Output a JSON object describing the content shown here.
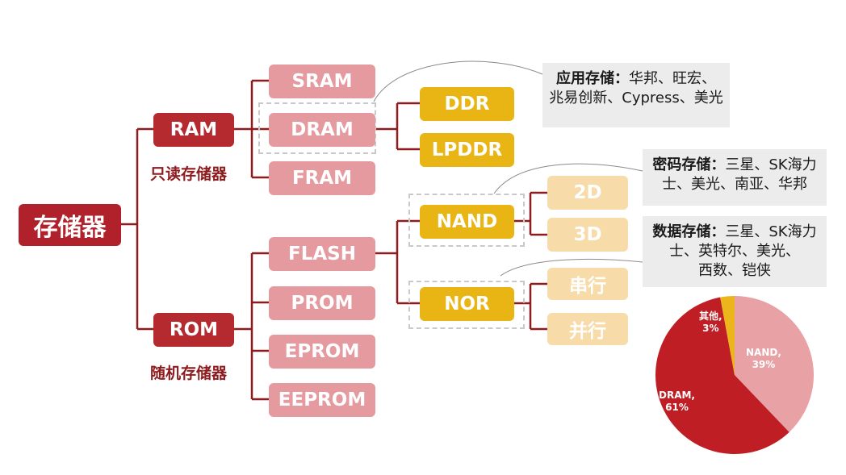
{
  "root": "存储器",
  "ram": {
    "label": "RAM",
    "caption": "只读存储器",
    "children": [
      "SRAM",
      "DRAM",
      "FRAM"
    ],
    "dram_children": [
      "DDR",
      "LPDDR"
    ]
  },
  "rom": {
    "label": "ROM",
    "caption": "随机存储器",
    "children": [
      "FLASH",
      "PROM",
      "EPROM",
      "EEPROM"
    ],
    "flash_children": [
      "NAND",
      "NOR"
    ],
    "nand_children": [
      "2D",
      "3D"
    ],
    "nor_children": [
      "串行",
      "并行"
    ]
  },
  "notes": {
    "dram": {
      "title": "应用存储：",
      "line1": "华邦、旺宏、",
      "line2": "兆易创新、Cypress、美光"
    },
    "nand_crypto": {
      "title": "密码存储：",
      "line1": "三星、SK海力",
      "line2": "士、美光、南亚、华邦"
    },
    "nand_data": {
      "title": "数据存储：",
      "line1": "三星、SK海力",
      "line2": "士、英特尔、美光、",
      "line3": "西数、铠侠"
    }
  },
  "chart_data": {
    "type": "pie",
    "slices": [
      {
        "label": "NAND,",
        "value": 39,
        "value_label": "39%",
        "color": "#e8a1a5"
      },
      {
        "label": "DRAM,",
        "value": 61,
        "value_label": "61%",
        "color": "#bf1e24"
      },
      {
        "label": "其他,",
        "value": 3,
        "value_label": "3%",
        "color": "#ecb51c"
      }
    ]
  },
  "colors": {
    "root": "#b0212b",
    "level1": "#b52a2f",
    "pink": "#e59aa0",
    "gold": "#e9b514",
    "peach": "#f7dcaa",
    "line": "#8e1b1e"
  }
}
